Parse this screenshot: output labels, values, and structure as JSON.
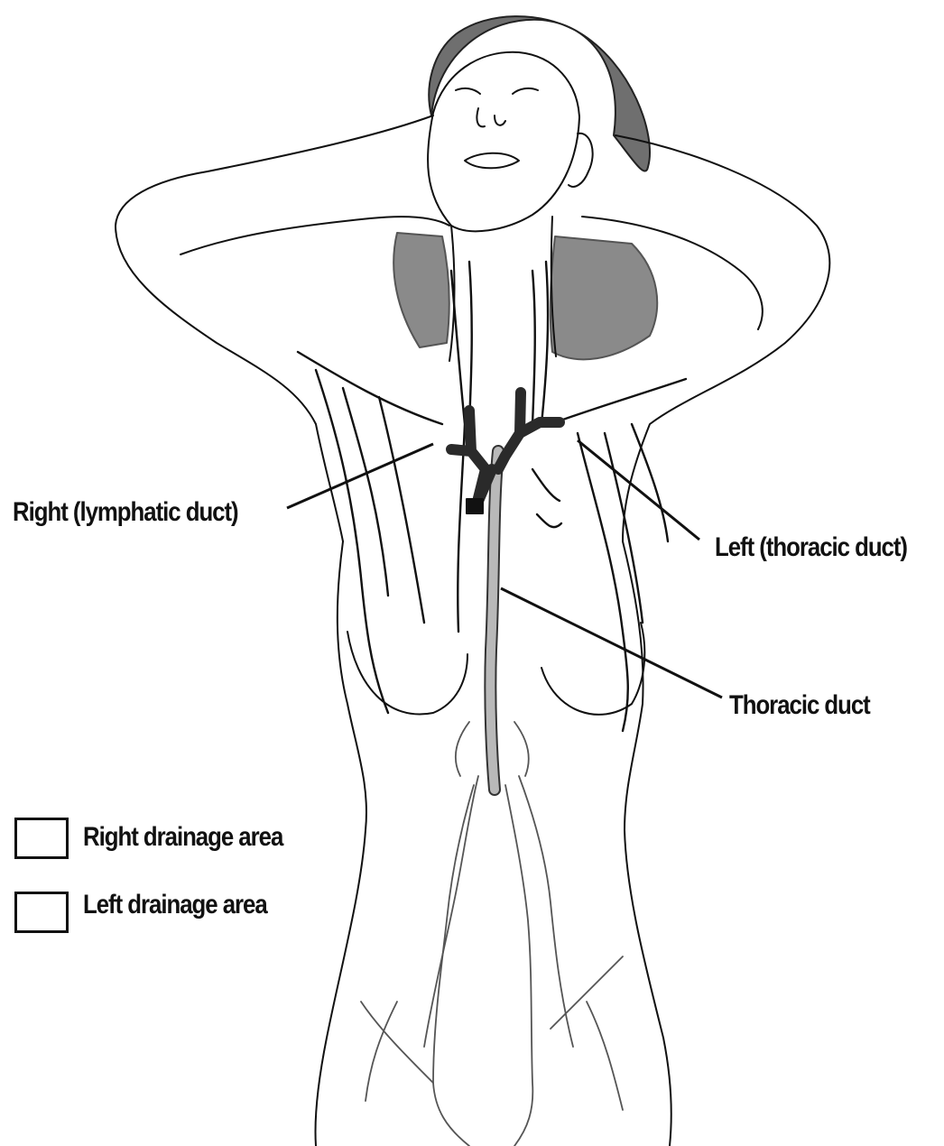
{
  "labels": {
    "right_duct": "Right (lymphatic duct)",
    "left_duct": "Left (thoracic duct)",
    "thoracic_duct": "Thoracic duct"
  },
  "legend": {
    "right_area": "Right drainage area",
    "left_area": "Left drainage area"
  },
  "colors": {
    "ink": "#111111",
    "shade": "#8a8a8a",
    "duct_dark": "#2a2a2a",
    "duct_light": "#b9b9b9"
  }
}
